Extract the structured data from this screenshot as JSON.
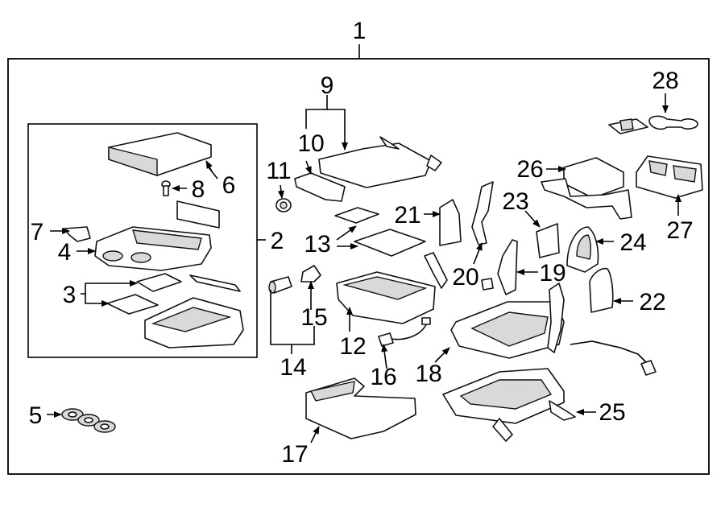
{
  "diagram": {
    "callouts": {
      "c1": "1",
      "c2": "2",
      "c3": "3",
      "c4": "4",
      "c5": "5",
      "c6": "6",
      "c7": "7",
      "c8": "8",
      "c9": "9",
      "c10": "10",
      "c11": "11",
      "c12": "12",
      "c13": "13",
      "c14": "14",
      "c15": "15",
      "c16": "16",
      "c17": "17",
      "c18": "18",
      "c19": "19",
      "c20": "20",
      "c21": "21",
      "c22": "22",
      "c23": "23",
      "c24": "24",
      "c25": "25",
      "c26": "26",
      "c27": "27",
      "c28": "28"
    }
  }
}
